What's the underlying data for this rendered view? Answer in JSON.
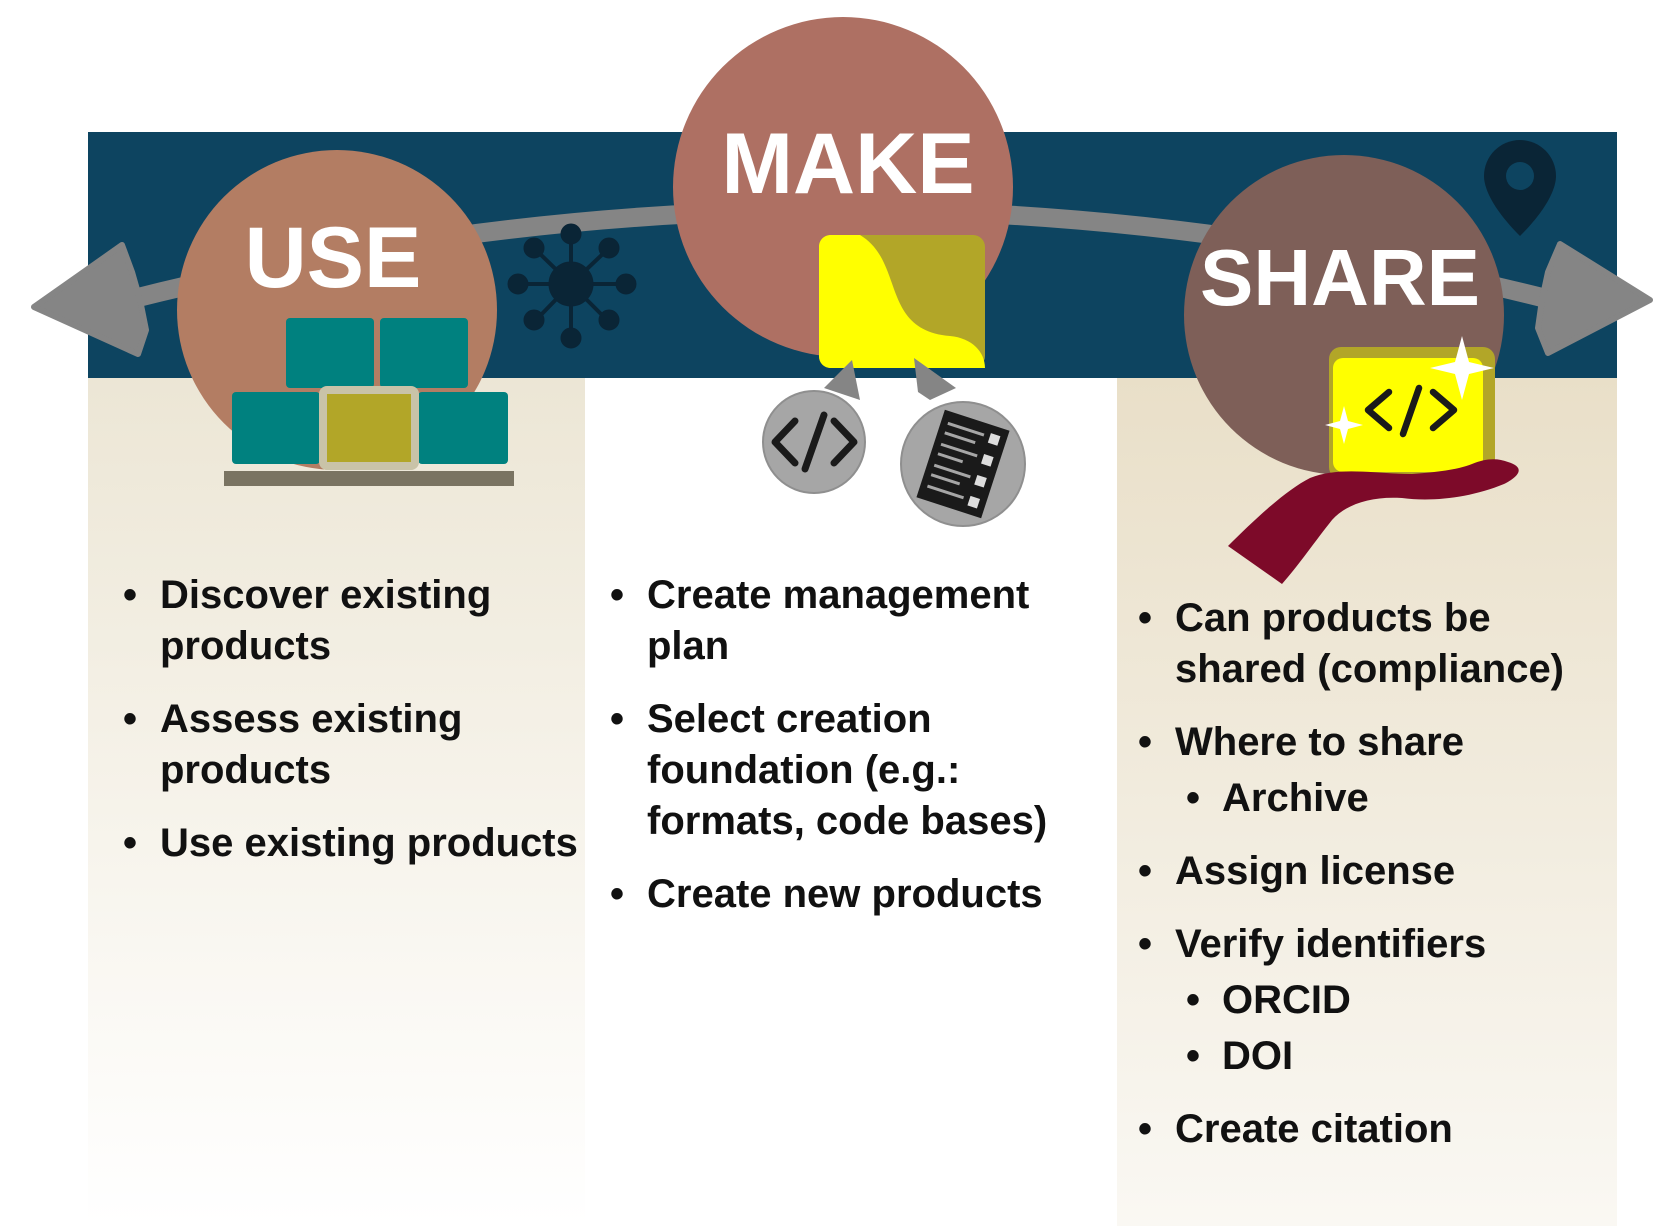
{
  "stages": {
    "use": {
      "label": "USE"
    },
    "make": {
      "label": "MAKE"
    },
    "share": {
      "label": "SHARE"
    }
  },
  "lists": {
    "use": [
      {
        "text": "Discover existing products"
      },
      {
        "text": "Assess existing products"
      },
      {
        "text": "Use existing products"
      }
    ],
    "make": [
      {
        "text": "Create management plan"
      },
      {
        "text": "Select creation foundation (e.g.: formats, code bases)"
      },
      {
        "text": "Create new products"
      }
    ],
    "share": [
      {
        "text": "Can products be shared (compliance)"
      },
      {
        "text": "Where to share",
        "sub": [
          "Archive"
        ]
      },
      {
        "text": "Assign license"
      },
      {
        "text": "Verify identifiers",
        "sub": [
          "ORCID",
          "DOI"
        ]
      },
      {
        "text": "Create citation"
      }
    ]
  },
  "icons": {
    "use": "stacked-blocks-icon",
    "make": "document-icon",
    "make_code": "code-icon",
    "make_plan": "checklist-icon",
    "network": "network-hub-icon",
    "location": "location-pin-icon",
    "share": "hand-holding-code-icon"
  },
  "colors": {
    "band": "#0d4460",
    "use_circle": "#b37d63",
    "make_circle": "#ae7063",
    "share_circle": "#7e5f58",
    "arrow": "#858585",
    "teal_block": "#00817f",
    "olive": "#b2a628",
    "yellow": "#ffff00",
    "hand": "#7d0a29"
  }
}
